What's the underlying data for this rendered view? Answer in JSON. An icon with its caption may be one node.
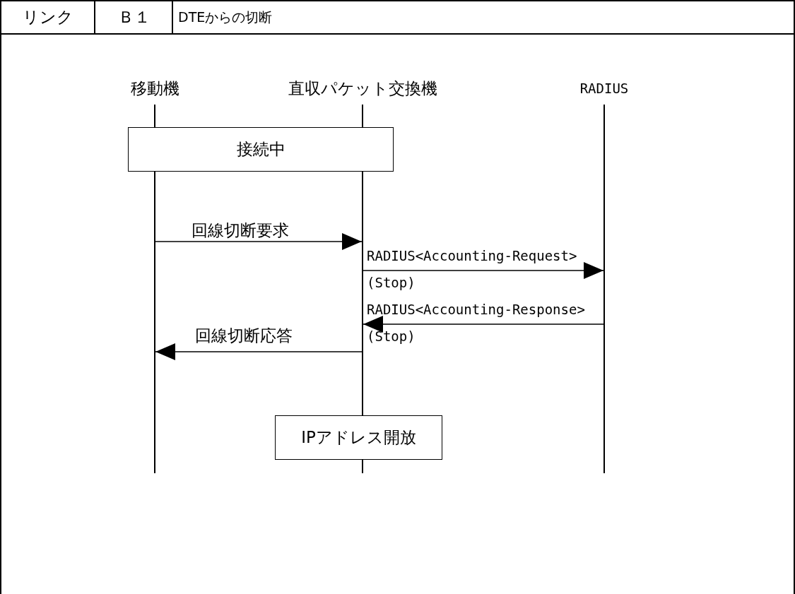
{
  "diagram": {
    "nodes": [
      {
        "text": [],
        "shape": "line",
        "beside": [
          "移動機"
        ]
      },
      {
        "text": [],
        "shape": "line",
        "beside": [
          "直収パケット交換機"
        ]
      },
      {
        "text": [],
        "shape": "line",
        "beside": [
          "RADIUS"
        ]
      },
      {
        "text": [
          "接続中"
        ]
      },
      {
        "text": [
          "IPアドレス開放"
        ]
      }
    ],
    "edges": [
      {
        "from": 0,
        "to": 1,
        "arrow": "to",
        "label": "回線切断要求"
      },
      {
        "from": 1,
        "to": 2,
        "arrow": "to",
        "label": "RADIUS<Accounting-Request> (Stop)"
      },
      {
        "from": 2,
        "to": 1,
        "arrow": "to",
        "label": "RADIUS<Accounting-Response> (Stop)"
      },
      {
        "from": 1,
        "to": 0,
        "arrow": "to",
        "label": "回線切断応答"
      }
    ],
    "labels": [
      "リンク",
      "Ｂ１",
      "DTEからの切断"
    ]
  }
}
